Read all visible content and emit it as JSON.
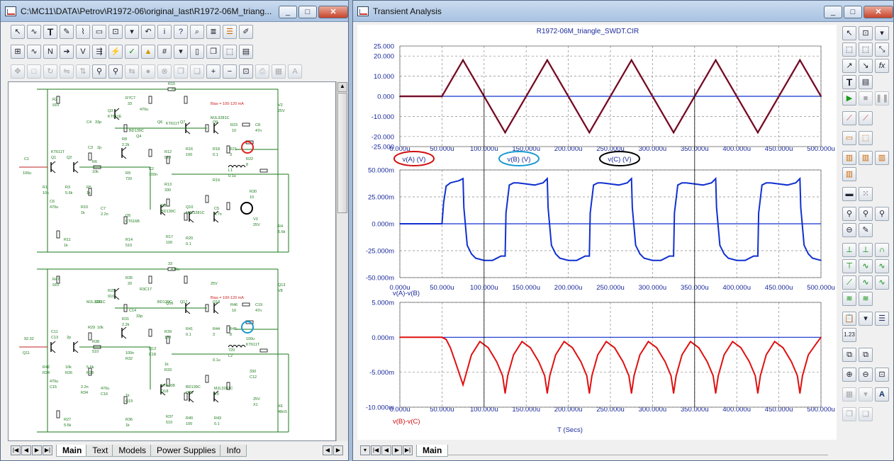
{
  "left_window": {
    "title": "C:\\MC11\\DATA\\Petrov\\R1972-06\\original_last\\R1972-06M_triang...",
    "toolbar1": [
      "pointer",
      "wire",
      "text",
      "pencil",
      "brush",
      "component",
      "scope",
      "more",
      "undo",
      "info",
      "help",
      "search",
      "note",
      "bars",
      "edit"
    ],
    "toolbar2": [
      "grid",
      "wave",
      "node",
      "arrow",
      "probe",
      "dc",
      "tran",
      "check",
      "warn",
      "grid2",
      "more",
      "page",
      "copy",
      "zoom",
      "props"
    ],
    "toolbar3": [
      "move",
      "rect",
      "rotate",
      "mirror",
      "mirror2",
      "find",
      "find2",
      "arrows",
      "stop",
      "x",
      "copy",
      "paste",
      "zoom-in",
      "zoom-out",
      "zoom-fit",
      "print",
      "grid",
      "letter"
    ],
    "tabs": [
      "Main",
      "Text",
      "Models",
      "Power Supplies",
      "Info"
    ],
    "active_tab": "Main",
    "schematic": {
      "labels_top": [
        "R2",
        "910",
        "Q3",
        "KT611E",
        "R7C7",
        "33",
        "470u",
        "R15",
        "20",
        "V2",
        "25V",
        "Bias = 100-120 mA",
        "MJL3281C",
        "C4",
        "33p",
        "BD139C",
        "Q4",
        "Q6",
        "KT611T",
        "Q7",
        "Q9",
        "R8",
        "2.2k",
        "R23",
        "10",
        "C8",
        "47n",
        "C1",
        "KT611T",
        "Q1",
        "Q2",
        "C3",
        "2p",
        "R6",
        "10k",
        "R12",
        "510",
        "R16",
        "100",
        "R18",
        "0.1",
        "R21",
        "3",
        "R22",
        "8",
        "100u",
        "C2",
        "100n",
        "R9",
        "720",
        "L1",
        "0.1u",
        "R19",
        "R1",
        "10k",
        "R3",
        "5.6k",
        "R5",
        "1k",
        "R13",
        "330",
        "R30",
        "10",
        "C6",
        "470u",
        "C7",
        "2.2n",
        "R10",
        "1k",
        "Q5",
        "KT616B",
        "Q8",
        "BD139C",
        "Q10",
        "MJL3281C",
        "C5",
        "4.7n",
        "V3",
        "25V",
        "R4",
        "5.6k",
        "R11",
        "1k",
        "R14",
        "510",
        "R17",
        "100",
        "R20",
        "0.1"
      ],
      "labels_bottom": [
        "R47",
        "910",
        "R25",
        "910",
        "R35",
        "20",
        "R3C17",
        "33",
        "470u",
        "Q13",
        "V8",
        "25V",
        "Bias = 100-120 mA",
        "MJL3281C",
        "100",
        "C14",
        "33p",
        "BD139C",
        "Q16",
        "Q17",
        "Q19",
        "R31",
        "2.2k",
        "R46",
        "10",
        "C19",
        "47n",
        "92.32",
        "C11",
        "C13",
        "2p",
        "R29",
        "10k",
        "R38",
        "510",
        "R39",
        "100",
        "R41",
        "0.1",
        "R44",
        "3",
        "R45",
        "8",
        "100u",
        "KT611T",
        "Q11",
        "Q12",
        "C18",
        "100n",
        "R32",
        "720",
        "L2",
        "0.1u",
        "R42",
        "R24",
        "10k",
        "R26",
        "5.6k",
        "R28",
        "1k",
        "R33",
        "330",
        "C12",
        "470u",
        "C15",
        "470u",
        "C16",
        "2.2n",
        "R34",
        "1k",
        "Q15",
        "KT616B",
        "Q18",
        "BD139C",
        "Q20",
        "MJL3281C",
        "V9",
        "25V",
        "X1",
        "X6",
        "48nS",
        "R27",
        "5.6k",
        "R36",
        "1k",
        "R37",
        "510",
        "R40",
        "100",
        "R43",
        "0.1"
      ]
    }
  },
  "right_window": {
    "title": "Transient Analysis",
    "tabs": [
      "Main"
    ],
    "active_tab": "Main"
  },
  "chart_data": [
    {
      "type": "line",
      "title": "R1972-06M_triangle_SWDT.CIR",
      "x_ticks": [
        "0.000u",
        "50.000u",
        "100.000u",
        "150.000u",
        "200.000u",
        "250.000u",
        "300.000u",
        "350.000u",
        "400.000u",
        "450.000u",
        "500.000u"
      ],
      "xlim": [
        0,
        500
      ],
      "ylim": [
        -25,
        25
      ],
      "y_ticks": [
        "25.000",
        "20.000",
        "10.000",
        "0.000",
        "-10.000",
        "-20.000",
        "-25.000"
      ],
      "grid": true,
      "legend": [
        "v(A) (V)",
        "v(B) (V)",
        "v(C) (V)"
      ],
      "series": [
        {
          "name": "v(A) (V)",
          "color": "#d01010",
          "x": [
            0,
            50,
            75,
            125,
            175,
            225,
            275,
            325,
            375,
            425,
            475,
            500
          ],
          "values": [
            0,
            0,
            18,
            -18,
            18,
            -18,
            18,
            -18,
            18,
            -18,
            18,
            0
          ]
        },
        {
          "name": "v(B) (V)",
          "color": "#1030d0",
          "x": [
            0,
            50,
            75,
            125,
            175,
            225,
            275,
            325,
            375,
            425,
            475,
            500
          ],
          "values": [
            0,
            0,
            18,
            -18,
            18,
            -18,
            18,
            -18,
            18,
            -18,
            18,
            0
          ]
        },
        {
          "name": "v(C) (V)",
          "color": "#101010",
          "x": [
            0,
            50,
            75,
            125,
            175,
            225,
            275,
            325,
            375,
            425,
            475,
            500
          ],
          "values": [
            0,
            0,
            18,
            -18,
            18,
            -18,
            18,
            -18,
            18,
            -18,
            18,
            0
          ]
        }
      ]
    },
    {
      "type": "line",
      "xlabel": "v(A)-v(B)",
      "x_ticks": [
        "0.000u",
        "50.000u",
        "100.000u",
        "150.000u",
        "200.000u",
        "250.000u",
        "300.000u",
        "350.000u",
        "400.000u",
        "450.000u",
        "500.000u"
      ],
      "xlim": [
        0,
        500
      ],
      "ylim": [
        -50,
        50
      ],
      "y_ticks": [
        "50.000m",
        "25.000m",
        "0.000m",
        "-25.000m",
        "-50.000m"
      ],
      "grid": true,
      "series": [
        {
          "name": "v(A)-v(B)",
          "color": "#1030d0",
          "x": [
            0,
            50,
            52,
            55,
            60,
            65,
            70,
            75,
            76,
            80,
            85,
            90,
            100,
            110,
            120,
            125,
            126,
            130,
            135,
            140,
            150,
            160,
            170,
            175,
            176,
            180,
            185,
            190,
            200,
            210,
            220,
            225,
            226,
            230,
            235,
            240,
            250,
            260,
            270,
            275,
            276,
            280,
            285,
            290,
            300,
            310,
            320,
            325,
            326,
            330,
            335,
            340,
            350,
            360,
            370,
            375,
            376,
            380,
            385,
            390,
            400,
            410,
            420,
            425,
            426,
            430,
            435,
            440,
            450,
            460,
            470,
            475,
            476,
            480,
            485,
            490,
            500
          ],
          "values": [
            0,
            0,
            20,
            35,
            38,
            39,
            40,
            42,
            15,
            -20,
            -28,
            -32,
            -34,
            -34,
            -30,
            -30,
            10,
            36,
            38,
            38,
            37,
            36,
            38,
            42,
            15,
            -20,
            -28,
            -32,
            -34,
            -34,
            -30,
            -30,
            10,
            36,
            38,
            38,
            37,
            36,
            38,
            42,
            15,
            -20,
            -28,
            -32,
            -34,
            -34,
            -30,
            -30,
            10,
            36,
            38,
            38,
            37,
            36,
            38,
            42,
            15,
            -20,
            -28,
            -32,
            -34,
            -34,
            -30,
            -30,
            10,
            36,
            38,
            38,
            37,
            36,
            38,
            42,
            15,
            -20,
            -28,
            -32,
            -34
          ]
        }
      ]
    },
    {
      "type": "line",
      "xlabel": "T (Secs)",
      "x_ticks": [
        "0.000u",
        "50.000u",
        "100.000u",
        "150.000u",
        "200.000u",
        "250.000u",
        "300.000u",
        "350.000u",
        "400.000u",
        "450.000u",
        "500.000u"
      ],
      "xlim": [
        0,
        500
      ],
      "ylim": [
        -10,
        5
      ],
      "y_ticks": [
        "5.000m",
        "0.000m",
        "-5.000m",
        "-10.000m"
      ],
      "grid": true,
      "series": [
        {
          "name": "v(B)-v(C)",
          "color": "#e01010",
          "x": [
            0,
            50,
            55,
            60,
            65,
            70,
            75,
            78,
            85,
            95,
            105,
            115,
            122,
            125,
            128,
            135,
            145,
            155,
            165,
            172,
            175,
            178,
            185,
            195,
            205,
            215,
            222,
            225,
            228,
            235,
            245,
            255,
            265,
            272,
            275,
            278,
            285,
            295,
            305,
            315,
            322,
            325,
            328,
            335,
            345,
            355,
            365,
            372,
            375,
            378,
            385,
            395,
            405,
            415,
            422,
            425,
            428,
            435,
            445,
            455,
            465,
            472,
            475,
            478,
            485,
            495,
            500
          ],
          "values": [
            0,
            0,
            -0.3,
            -1.5,
            -3.2,
            -5.0,
            -6.8,
            -5.5,
            -2.5,
            -0.6,
            -1.5,
            -3.5,
            -5.5,
            -8.0,
            -5.5,
            -2.5,
            -0.6,
            -1.5,
            -3.5,
            -5.5,
            -8.0,
            -5.5,
            -2.5,
            -0.6,
            -1.5,
            -3.5,
            -5.5,
            -8.0,
            -5.5,
            -2.5,
            -0.6,
            -1.5,
            -3.5,
            -5.5,
            -8.0,
            -5.5,
            -2.5,
            -0.6,
            -1.5,
            -3.5,
            -5.5,
            -8.0,
            -5.5,
            -2.5,
            -0.6,
            -1.5,
            -3.5,
            -5.5,
            -8.0,
            -5.5,
            -2.5,
            -0.6,
            -1.5,
            -3.5,
            -5.5,
            -8.0,
            -5.5,
            -2.5,
            -0.6,
            -1.5,
            -3.5,
            -5.5,
            -8.0,
            -5.5,
            -2.5,
            -0.8,
            0
          ]
        }
      ],
      "series_label": "v(B)-v(C)"
    }
  ],
  "cursor_times": [
    100,
    350
  ]
}
